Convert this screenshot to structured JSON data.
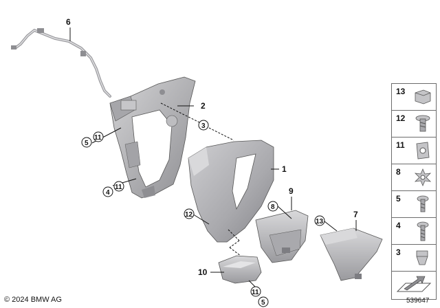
{
  "callouts": {
    "c6": "6",
    "c2": "2",
    "c3": "3",
    "c1": "1",
    "c5a": "5",
    "c11a": "11",
    "c4": "4",
    "c11b": "11",
    "c12": "12",
    "c9": "9",
    "c8": "8",
    "c13": "13",
    "c7": "7",
    "c10": "10",
    "c11c": "11",
    "c5b": "5"
  },
  "legend": [
    {
      "label": "13",
      "icon": "clip-nut-icon"
    },
    {
      "label": "12",
      "icon": "flange-screw-icon"
    },
    {
      "label": "11",
      "icon": "sheet-metal-nut-icon"
    },
    {
      "label": "8",
      "icon": "star-washer-icon"
    },
    {
      "label": "5",
      "icon": "collar-screw-icon"
    },
    {
      "label": "4",
      "icon": "long-screw-icon"
    },
    {
      "label": "3",
      "icon": "spring-clip-icon"
    },
    {
      "label": "",
      "icon": "direction-arrow-icon"
    }
  ],
  "footer": {
    "copyright": "© 2024 BMW AG",
    "image_number": "539647"
  },
  "colors": {
    "part_fill": "#b9b9bc",
    "part_dark": "#8e8e92",
    "part_light": "#d8d8da",
    "frame_border": "#6b6b6b"
  }
}
